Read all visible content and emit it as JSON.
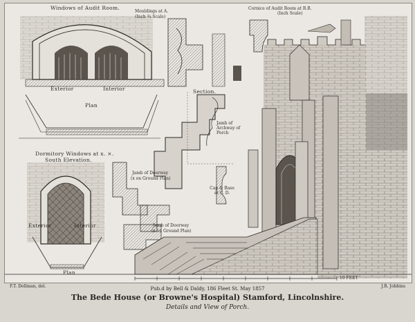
{
  "labels": {
    "windows_audit_room": "Windows of Audit Room.",
    "mouldings_a": "Mouldings at A.",
    "mouldings_a_scale": "(Inch ¾ Scale)",
    "cornice": "Cornice of Audit Room at B.B.",
    "cornice_scale": "(Inch Scale)",
    "exterior": "Exterior",
    "interior": "Interior",
    "plan_1": "Plan",
    "section": "Section.",
    "jamb_archway": "Jamb of Archway of Porch",
    "dormitory": "Dormitory Windows at x. ×.",
    "south_elevation": "South Elevation.",
    "jamb_doorway_1": "Jamb of Doorway",
    "jamb_doorway_1_sub": "(x on Ground Plan)",
    "jamb_doorway_2": "Jamb of Doorway",
    "jamb_doorway_2_sub": "(x on Ground Plan)",
    "cap_base": "Cap & Base at C. D.",
    "exterior_2": "Exterior",
    "interior_2": "Interior",
    "plan_2": "Plan",
    "feet": "10 FEET"
  },
  "footer": {
    "left_credit": "F.T. Dollman, del.",
    "right_credit": "J.R. Jobbins",
    "publisher": "Pub.d by Bell & Daldy, 186 Fleet St. May 1857",
    "title": "The Bede House (or Browne's Hospital) Stamford, Lincolnshire.",
    "subtitle": "Details and View of Porch."
  },
  "colors": {
    "paper": "#ebe8e3",
    "ink": "#2a2724",
    "border": "#8a857e"
  }
}
